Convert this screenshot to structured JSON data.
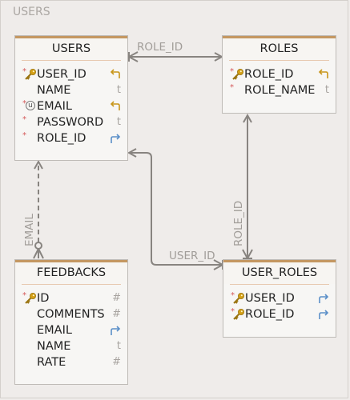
{
  "diagram": {
    "title": "USERS"
  },
  "icons": {
    "primary_key": "key-icon",
    "unique": "unique-icon",
    "not_null": "asterisk-icon",
    "pk_type": "primary-key-arrow-icon",
    "fk_type": "foreign-key-arrow-icon"
  },
  "colors": {
    "header_accent": "#c49761",
    "relation_line": "#888480",
    "key_gold": "#d4a017",
    "fk_blue": "#5b8fc8",
    "not_null_red": "#d55a5a"
  },
  "entities": {
    "users": {
      "name": "USERS",
      "attributes": [
        {
          "name": "USER_ID",
          "type": "pk"
        },
        {
          "name": "NAME",
          "type": "t"
        },
        {
          "name": "EMAIL",
          "type": "pk"
        },
        {
          "name": "PASSWORD",
          "type": "t"
        },
        {
          "name": "ROLE_ID",
          "type": "fk"
        }
      ]
    },
    "roles": {
      "name": "ROLES",
      "attributes": [
        {
          "name": "ROLE_ID",
          "type": "pk"
        },
        {
          "name": "ROLE_NAME",
          "type": "t"
        }
      ]
    },
    "feedbacks": {
      "name": "FEEDBACKS",
      "attributes": [
        {
          "name": "ID",
          "type": "#"
        },
        {
          "name": "COMMENTS",
          "type": "#"
        },
        {
          "name": "EMAIL",
          "type": "fk"
        },
        {
          "name": "NAME",
          "type": "t"
        },
        {
          "name": "RATE",
          "type": "#"
        }
      ]
    },
    "user_roles": {
      "name": "USER_ROLES",
      "attributes": [
        {
          "name": "USER_ID",
          "type": "fk"
        },
        {
          "name": "ROLE_ID",
          "type": "fk"
        }
      ]
    }
  },
  "relations": [
    {
      "label": "ROLE_ID",
      "from": "USERS",
      "to": "ROLES"
    },
    {
      "label": "EMAIL",
      "from": "FEEDBACKS",
      "to": "USERS"
    },
    {
      "label": "USER_ID",
      "from": "USER_ROLES",
      "to": "USERS"
    },
    {
      "label": "ROLE_ID",
      "from": "USER_ROLES",
      "to": "ROLES"
    }
  ]
}
